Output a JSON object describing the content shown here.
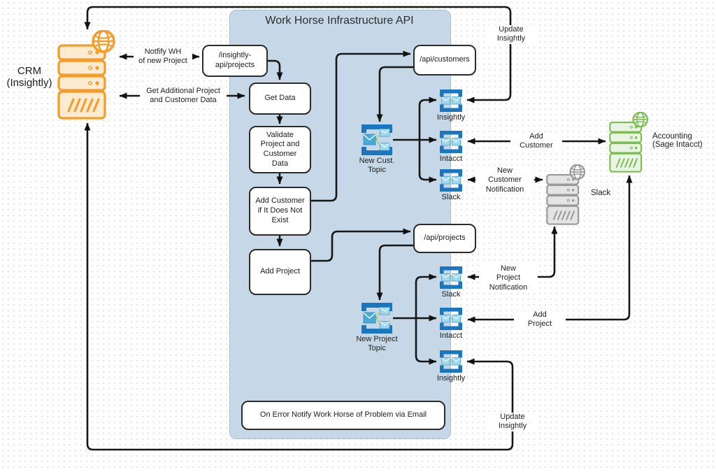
{
  "diagram": {
    "title": "Work Horse Infrastructure API"
  },
  "systems": {
    "crm": {
      "label": "CRM\n(Insightly)",
      "color": "#F59B27"
    },
    "accounting": {
      "label": "Accounting\n(Sage Intacct)",
      "color": "#7CBD54"
    },
    "slack": {
      "label": "Slack",
      "color": "#9A9A9A"
    }
  },
  "process_nodes": {
    "insightly_api_projects": "/insightly-\napi/projects",
    "get_data": "Get Data",
    "validate": "Validate\nProject and\nCustomer\nData",
    "add_customer_if_not_exist": "Add Customer\nif It Does Not\nExist",
    "add_project": "Add Project",
    "api_customers": "/api/customers",
    "api_projects": "/api/projects",
    "on_error": "On Error Notify Work Horse of Problem via Email"
  },
  "topics": {
    "new_cust": "New Cust.\nTopic",
    "new_project": "New Project\nTopic"
  },
  "subscriptions": {
    "customer": [
      "Insightly",
      "Intacct",
      "Slack"
    ],
    "project": [
      "Slack",
      "Intacct",
      "Insightly"
    ]
  },
  "edge_labels": {
    "notify_wh": "Notfify WH\nof new Project",
    "get_additional": "Get Additional Project\nand Customer Data",
    "update_insightly_top": "Update\nInsightly",
    "add_customer": "Add\nCustomer",
    "new_customer_notification": "New\nCustomer\nNotification",
    "new_project_notification": "New\nProject\nNotification",
    "add_project": "Add\nProject",
    "update_insightly_bottom": "Update\nInsightly"
  },
  "colors": {
    "container_fill": "#C6D7E7",
    "bracket_blue": "#1B76C0",
    "envelope_light": "#9FD9F0",
    "envelope_dark": "#49AAD9",
    "green_link": "#A3C93A",
    "connector": "#161616"
  }
}
